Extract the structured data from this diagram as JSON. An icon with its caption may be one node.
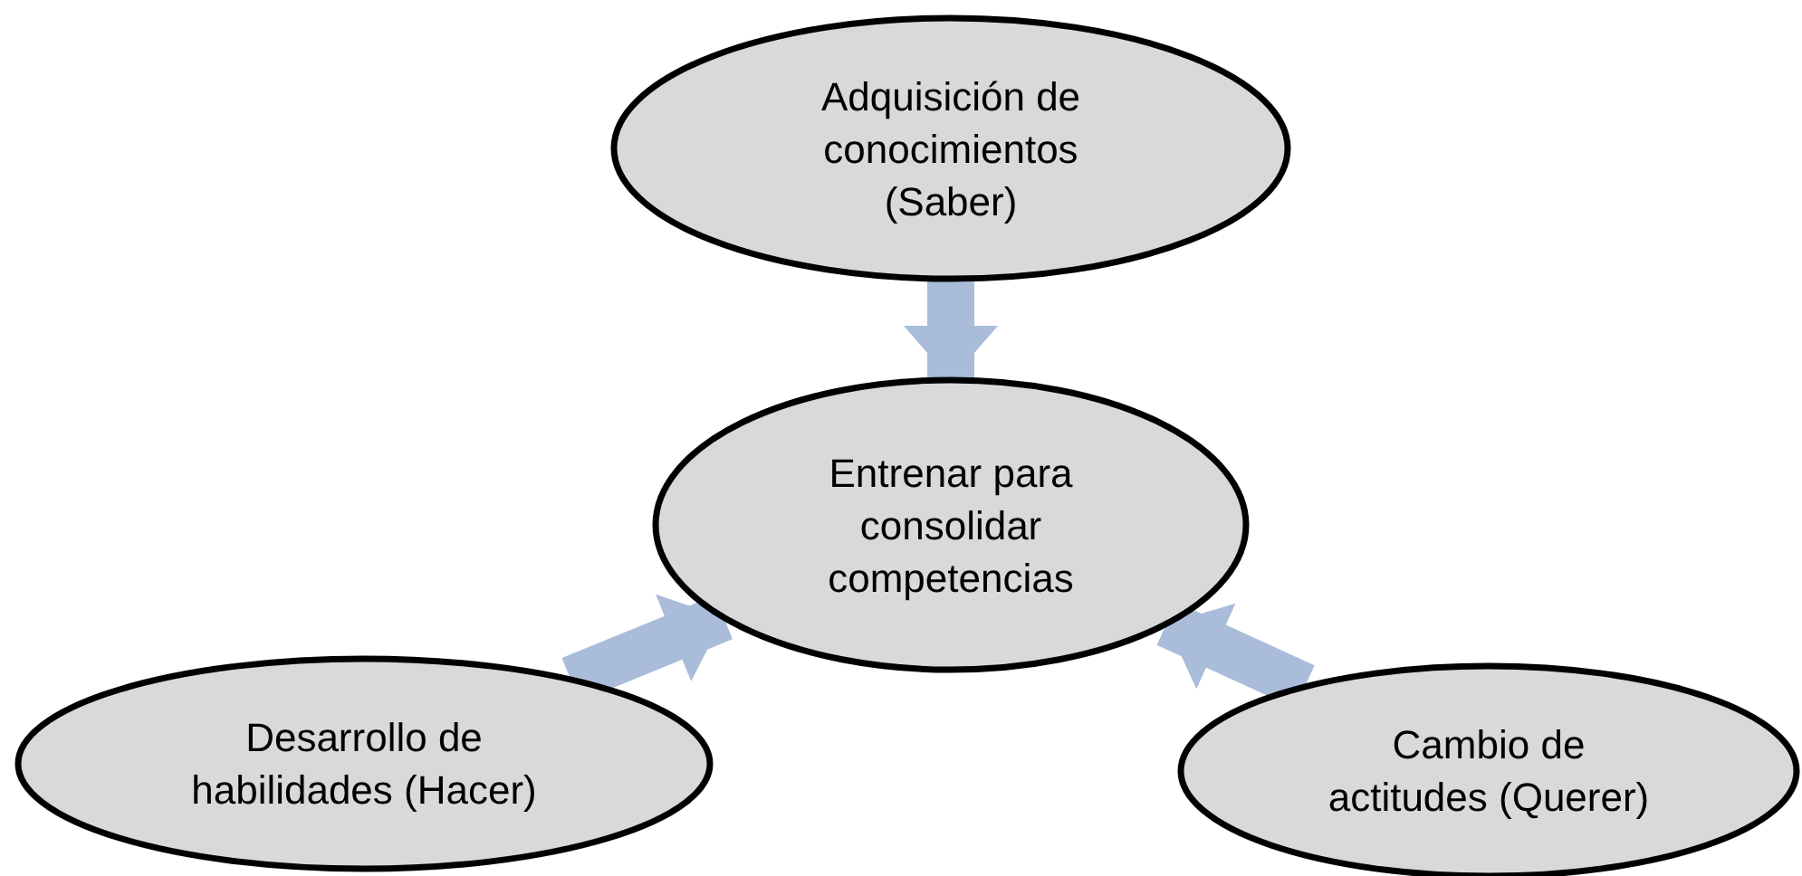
{
  "diagram": {
    "nodes": [
      {
        "text": [
          "Adquisición de conocimientos (Saber)"
        ]
      },
      {
        "text": [
          "Entrenar para consolidar competencias"
        ]
      },
      {
        "text": [
          "Desarrollo de habilidades (Hacer)"
        ]
      },
      {
        "text": [
          "Cambio de actitudes (Querer)"
        ]
      }
    ],
    "edges": [
      {
        "from": 0,
        "to": 1,
        "arrow": "to"
      },
      {
        "from": 2,
        "to": 1,
        "arrow": "to"
      },
      {
        "from": 3,
        "to": 1,
        "arrow": "to"
      }
    ]
  }
}
